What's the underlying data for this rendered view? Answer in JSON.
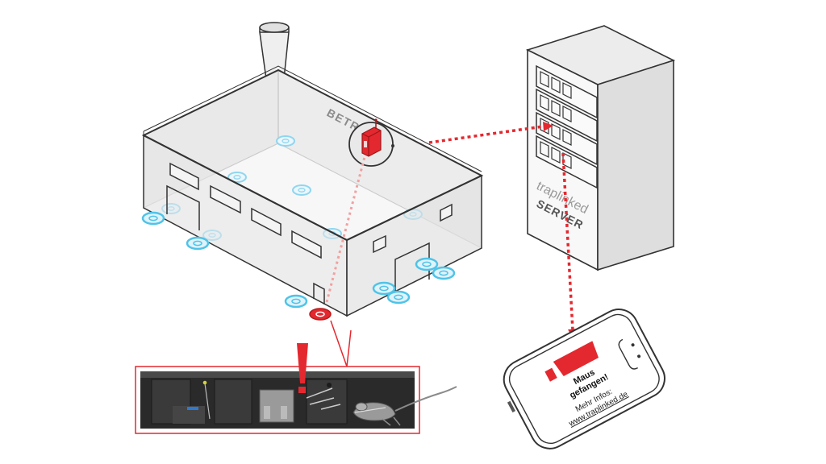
{
  "building": {
    "label": "BETRIEB"
  },
  "server": {
    "brand": "traplinked",
    "label": "SERVER"
  },
  "phone": {
    "alert_line1": "Maus",
    "alert_line2": "gefangen!",
    "info_line1": "Mehr Infos:",
    "info_line2": "www.traplinked.de"
  },
  "colors": {
    "alert": "#e4282f",
    "sensor": "#4fc3e8",
    "sensor_fill": "#dff3fb",
    "outline": "#333333",
    "wall": "#f1f1f1",
    "wall_dark": "#e2e2e2",
    "trap_body": "#2b2b2b"
  },
  "icons": {
    "gateway": "wifi-gateway-icon",
    "trap_sensor": "trap-sensor-icon",
    "alert": "exclamation-icon",
    "mouse": "mouse-icon"
  }
}
